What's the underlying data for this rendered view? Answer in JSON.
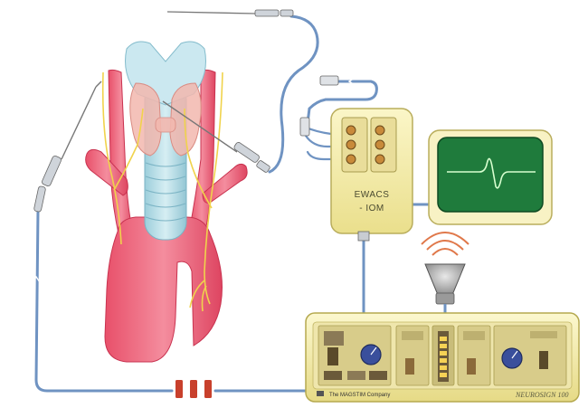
{
  "interface_box": {
    "line1": "EWACS",
    "line2": "- IOM"
  },
  "monitor_unit": {
    "company": "The MAGSTIM Company",
    "model": "NEUROSIGN 100"
  }
}
